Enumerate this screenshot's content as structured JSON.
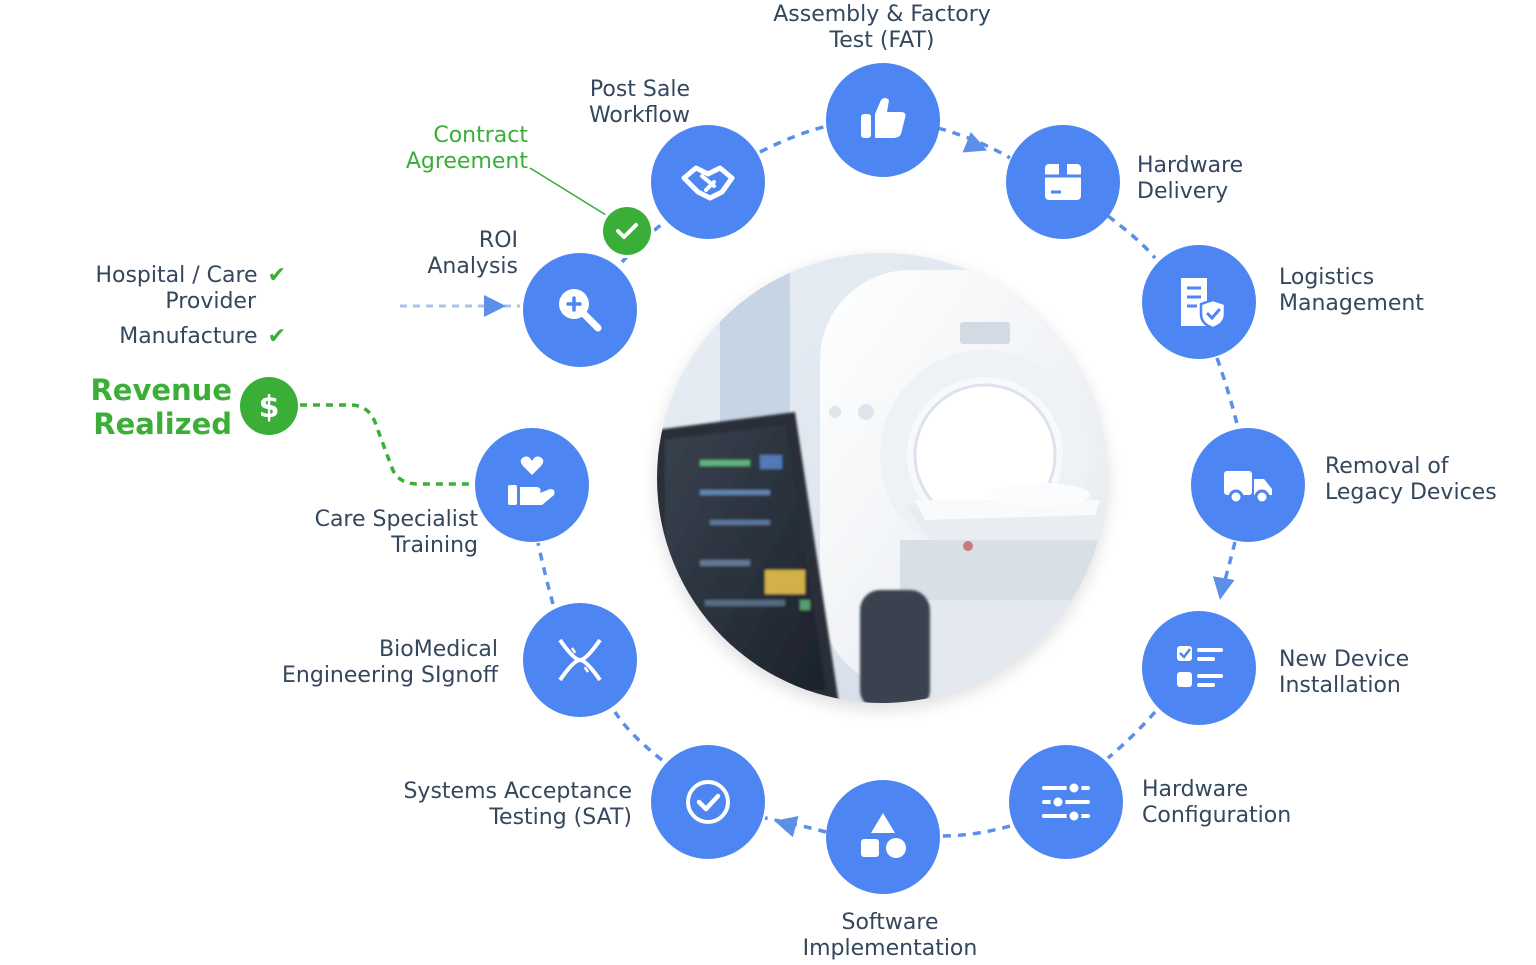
{
  "diagram": {
    "center_image": "mri-scanner-photo",
    "steps": [
      {
        "id": "roi",
        "line1": "ROI",
        "line2": "Analysis",
        "icon": "search-plus-icon"
      },
      {
        "id": "post-sale",
        "line1": "Post Sale",
        "line2": "Workflow",
        "icon": "handshake-icon"
      },
      {
        "id": "fat",
        "line1": "Assembly & Factory",
        "line2": "Test (FAT)",
        "icon": "thumbs-up-icon"
      },
      {
        "id": "delivery",
        "line1": "Hardware",
        "line2": "Delivery",
        "icon": "package-icon"
      },
      {
        "id": "logistics",
        "line1": "Logistics",
        "line2": "Management",
        "icon": "document-shield-icon"
      },
      {
        "id": "removal",
        "line1": "Removal of",
        "line2": "Legacy Devices",
        "icon": "truck-icon"
      },
      {
        "id": "install",
        "line1": "New Device",
        "line2": "Installation",
        "icon": "checklist-icon"
      },
      {
        "id": "config",
        "line1": "Hardware",
        "line2": "Configuration",
        "icon": "sliders-icon"
      },
      {
        "id": "software",
        "line1": "Software",
        "line2": "Implementation",
        "icon": "shapes-icon"
      },
      {
        "id": "sat",
        "line1": "Systems Acceptance",
        "line2": "Testing (SAT)",
        "icon": "check-circle-icon"
      },
      {
        "id": "biomed",
        "line1": "BioMedical",
        "line2": "Engineering SIgnoff",
        "icon": "dna-icon"
      },
      {
        "id": "training",
        "line1": "Care Specialist",
        "line2": "Training",
        "icon": "hand-heart-icon"
      }
    ],
    "contract": {
      "line1": "Contract",
      "line2": "Agreement",
      "icon": "check-badge-icon"
    },
    "inputs": [
      {
        "line1": "Hospital / Care",
        "line2": "Provider",
        "icon": "check-icon"
      },
      {
        "line1": "Manufacture",
        "icon": "check-icon"
      }
    ],
    "revenue": {
      "line1": "Revenue",
      "line2": "Realized",
      "icon": "dollar-badge-icon"
    }
  },
  "colors": {
    "node_blue": "#4d86f2",
    "connector_blue": "#5b8fe8",
    "label_text": "#34475c",
    "accent_green": "#3aae37"
  }
}
